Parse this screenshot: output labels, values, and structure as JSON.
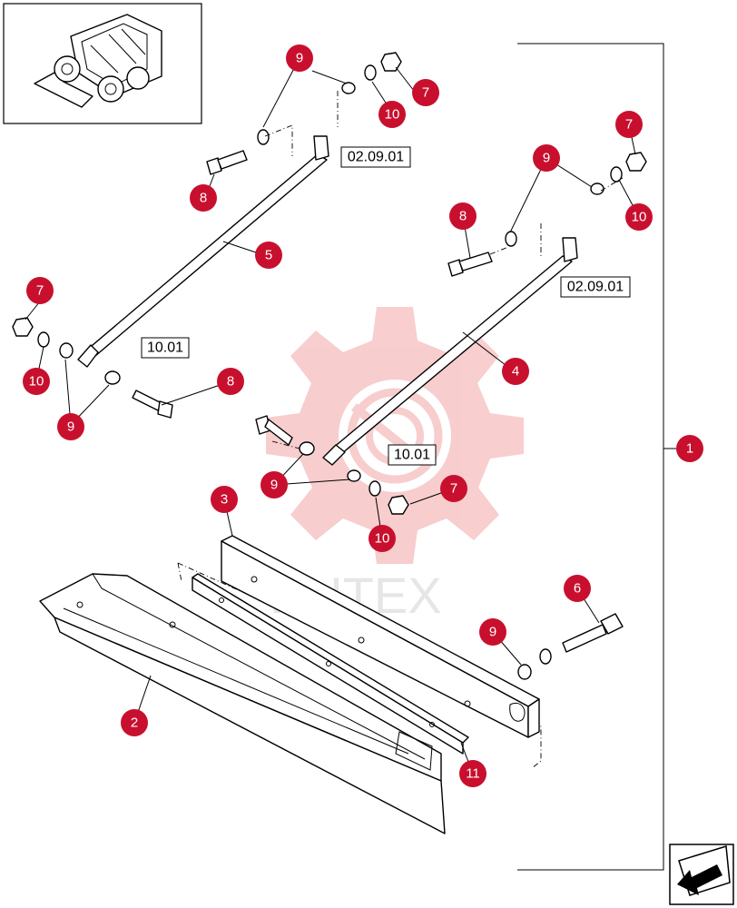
{
  "callouts": [
    "9",
    "7",
    "10",
    "8",
    "5",
    "7",
    "9",
    "10",
    "7",
    "10",
    "8",
    "9",
    "8",
    "10",
    "9",
    "10",
    "7",
    "4",
    "1",
    "3",
    "6",
    "9",
    "2",
    "11"
  ],
  "ref_labels": [
    "02.09.01",
    "02.09.01",
    "10.01",
    "10.01"
  ],
  "watermark": "ИНТЕХ",
  "icons": {
    "thumbnail": "skid-steer-loader-icon",
    "nav": "previous-page-arrow-icon"
  },
  "colors": {
    "callout": "#c8102e",
    "watermark": "#f2a6a6"
  }
}
